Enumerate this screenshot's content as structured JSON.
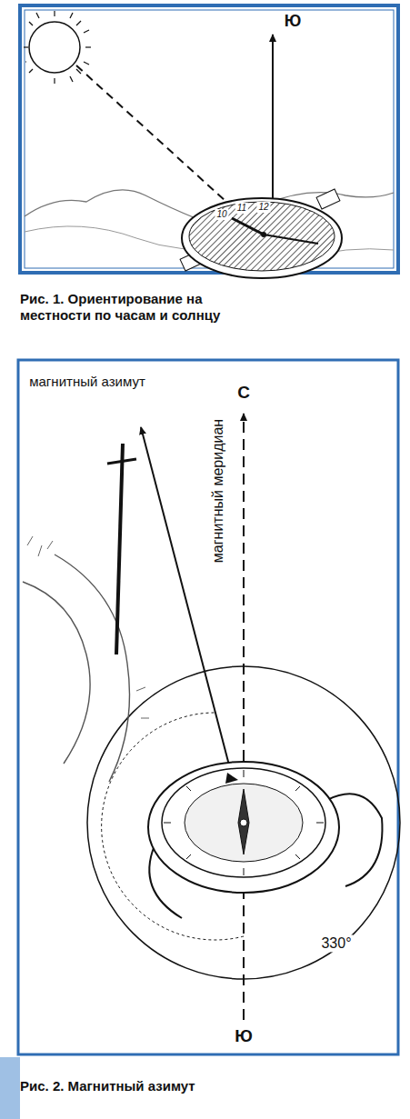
{
  "diagram": {
    "labels": [
      "Ю",
      "10",
      "11",
      "12",
      "Рис. 1. Ориентирование на местности по часам и солнцу",
      "магнитный азимут",
      "С",
      "магнитный меридиан",
      "330°",
      "Ю",
      "Рис. 2. Магнитный азимут"
    ]
  }
}
